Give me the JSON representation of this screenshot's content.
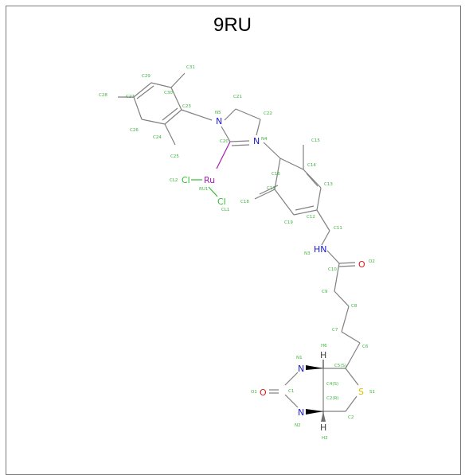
{
  "title": "9RU",
  "colors": {
    "bond": "#808080",
    "carbon_label": "#3cb33c",
    "nitrogen": "#1a1ad6",
    "oxygen": "#e01818",
    "sulfur": "#d9c000",
    "ruthenium": "#a020b0",
    "chlorine": "#2fbf2f"
  },
  "atoms": {
    "Ru": {
      "element": "Ru",
      "label": "RU1"
    },
    "CL2": {
      "element": "Cl",
      "label": "CL2"
    },
    "CL1": {
      "element": "Cl",
      "label": "CL1"
    },
    "N5": {
      "element": "N",
      "label": "N5"
    },
    "N4": {
      "element": "N",
      "label": "N4"
    },
    "N3": {
      "element": "HN",
      "label": "N3"
    },
    "O2": {
      "element": "O",
      "label": "O2"
    },
    "N1": {
      "element": "N",
      "label": "N1"
    },
    "N2": {
      "element": "N",
      "label": "N2"
    },
    "O1": {
      "element": "O",
      "label": "O1"
    },
    "S1": {
      "element": "S",
      "label": "S1"
    },
    "H6": {
      "element": "H",
      "label": "H6"
    },
    "H2": {
      "element": "H",
      "label": "H2"
    }
  },
  "carbon_labels": [
    "C31",
    "C29",
    "C30",
    "C28",
    "C27",
    "C23",
    "C26",
    "C24",
    "C25",
    "C21",
    "C22",
    "C20",
    "C15",
    "C14",
    "C16",
    "C17",
    "C18",
    "C13",
    "C19",
    "C12",
    "C11",
    "C10",
    "C9",
    "C8",
    "C7",
    "C6",
    "C5(S)",
    "C4(S)",
    "C1",
    "C2(R)",
    "C2"
  ]
}
